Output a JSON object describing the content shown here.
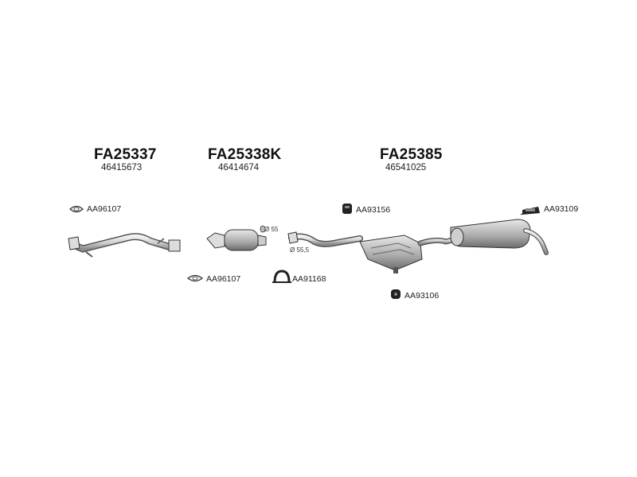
{
  "assemblies": [
    {
      "code": "FA25337",
      "oe": "46415673"
    },
    {
      "code": "FA25338K",
      "oe": "46414674"
    },
    {
      "code": "FA25385",
      "oe": "46541025"
    }
  ],
  "components": {
    "gasket_front": "AA96107",
    "gasket_mid": "AA96107",
    "clamp": "AA91168",
    "rubber_mount_a": "AA93156",
    "rubber_mount_b": "AA93106",
    "rubber_mount_c": "AA93109"
  },
  "dimensions": {
    "cat_outlet": "Ø 55",
    "pipe_inlet": "Ø 55,5"
  }
}
